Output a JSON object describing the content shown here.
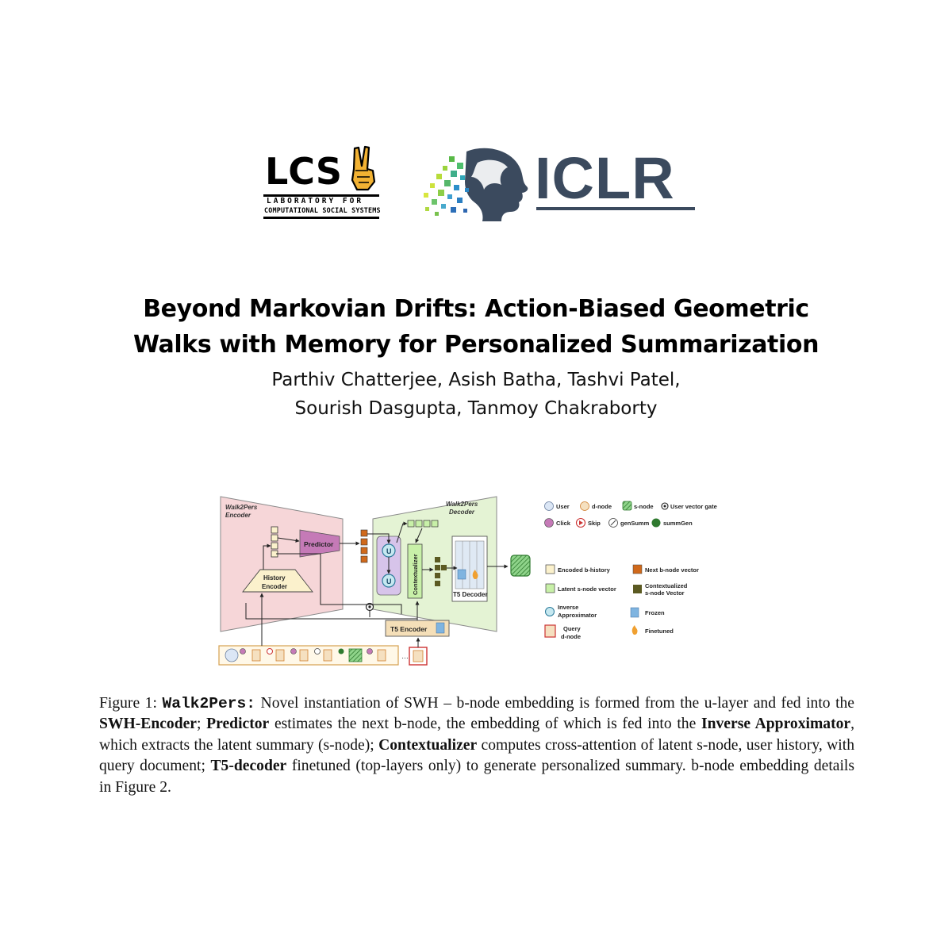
{
  "logos": {
    "lcs": {
      "acronym": "LCS",
      "line1": "LABORATORY FOR",
      "line2": "COMPUTATIONAL SOCIAL SYSTEMS"
    },
    "iclr": {
      "text": "ICLR"
    }
  },
  "title": {
    "line1": "Beyond Markovian Drifts: Action-Biased Geometric",
    "line2": "Walks with Memory for Personalized Summarization"
  },
  "authors": {
    "line1": "Parthiv Chatterjee, Asish Batha, Tashvi Patel,",
    "line2": "Sourish Dasgupta, Tanmoy Chakraborty"
  },
  "figure": {
    "encoder_label_1": "Walk2Pers",
    "encoder_label_2": "Encoder",
    "decoder_label_1": "Walk2Pers",
    "decoder_label_2": "Decoder",
    "predictor": "Predictor",
    "history_encoder_1": "History",
    "history_encoder_2": "Encoder",
    "contextualizer": "Contextualizer",
    "t5_decoder": "T5 Decoder",
    "t5_encoder": "T5 Encoder",
    "inverse_symbol": "U",
    "legend": {
      "user": "User",
      "d_node": "d-node",
      "s_node": "s-node",
      "user_vector_gate": "User vector gate",
      "click": "Click",
      "skip": "Skip",
      "gensumm": "genSumm",
      "summgen": "summGen",
      "encoded_b_history": "Encoded b-history",
      "next_b_node_vector": "Next b-node vector",
      "latent_s_node_vector": "Latent s-node vector",
      "contextualized_1": "Contextualized",
      "contextualized_2": "s-node Vector",
      "inverse_1": "Inverse",
      "inverse_2": "Approximator",
      "frozen": "Frozen",
      "query_1": "Query",
      "query_2": "d-node",
      "finetuned": "Finetuned"
    },
    "colors": {
      "encoder_fill": "#f6d6d8",
      "decoder_fill": "#e4f3d4",
      "predictor": "#c57ab7",
      "history_b": "#fbf1cc",
      "next_b": "#d0691b",
      "latent_s": "#c8f0a8",
      "contextualized_s": "#5b5a22",
      "t5_encoder": "#f5dfb8",
      "inverse": "#d7c4ea",
      "query_border": "#cc3333",
      "frozen": "#7fb4e0",
      "finetuned": "#f0a030"
    }
  },
  "caption": {
    "fig_label": "Figure 1:",
    "model": "Walk2Pers:",
    "t1": " Novel instantiation of SWH – b-node embedding is formed from the u-layer and fed into the ",
    "b1": "SWH-Encoder",
    "t2": "; ",
    "b2": "Predictor",
    "t3": " estimates the next b-node, the embedding of which is fed into the ",
    "b3": "Inverse Approximator",
    "t4": ", which extracts the latent summary (s-node); ",
    "b4": "Contextualizer",
    "t5": " computes cross-attention of latent s-node, user history, with query document; ",
    "b5": "T5-decoder",
    "t6": " finetuned (top-layers only) to generate personalized summary. b-node embedding details in Figure 2."
  }
}
